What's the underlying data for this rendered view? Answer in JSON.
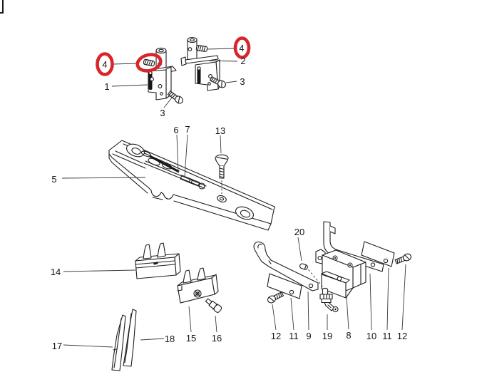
{
  "figure": {
    "type": "exploded-parts-diagram",
    "background": "#ffffff",
    "line_color": "#1d1d1d",
    "leader_color": "#3a3a3a",
    "highlight_color": "#d8252b"
  },
  "labels": {
    "l1": {
      "text": "1"
    },
    "l2": {
      "text": "2"
    },
    "l3a": {
      "text": "3"
    },
    "l3b": {
      "text": "3"
    },
    "l4a": {
      "text": "4"
    },
    "l4b": {
      "text": "4"
    },
    "l5": {
      "text": "5"
    },
    "l6": {
      "text": "6"
    },
    "l7": {
      "text": "7"
    },
    "l8": {
      "text": "8"
    },
    "l9": {
      "text": "9"
    },
    "l10": {
      "text": "10"
    },
    "l11a": {
      "text": "11"
    },
    "l11b": {
      "text": "11"
    },
    "l12a": {
      "text": "12"
    },
    "l12b": {
      "text": "12"
    },
    "l13": {
      "text": "13"
    },
    "l14": {
      "text": "14"
    },
    "l15": {
      "text": "15"
    },
    "l16": {
      "text": "16"
    },
    "l17": {
      "text": "17"
    },
    "l18": {
      "text": "18"
    },
    "l19": {
      "text": "19"
    },
    "l20": {
      "text": "20"
    }
  },
  "highlights": [
    {
      "id": "left-4",
      "shape": "ellipse",
      "around": "part label 4 (left)"
    },
    {
      "id": "set-screw",
      "shape": "ellipse",
      "around": "set screw part 4"
    },
    {
      "id": "right-4",
      "shape": "ellipse",
      "around": "part label 4 (right)"
    }
  ]
}
